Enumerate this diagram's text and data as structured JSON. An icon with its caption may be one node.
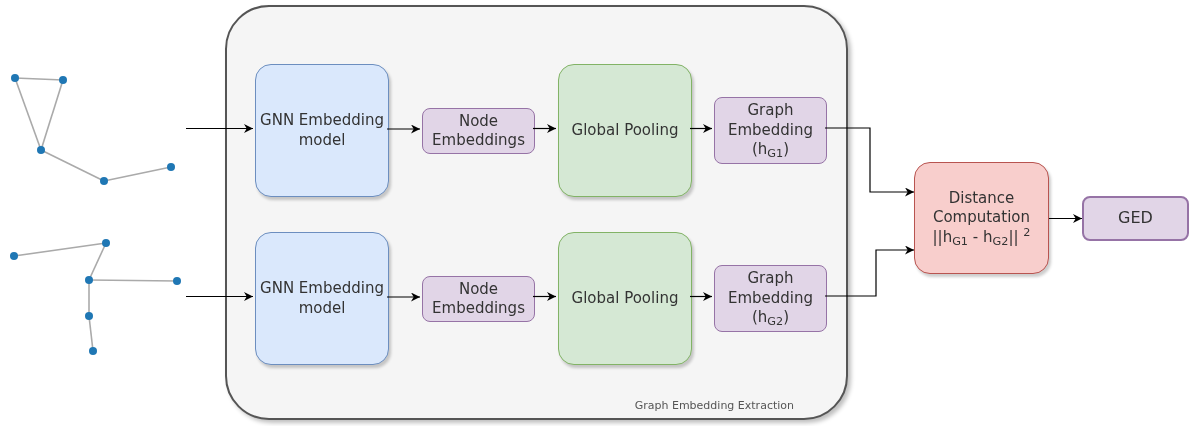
{
  "diagram": {
    "nodes": [
      {
        "text": [
          "Graph Embedding Extraction"
        ]
      },
      {
        "text": [],
        "shape": "picture"
      },
      {
        "text": [],
        "shape": "picture"
      },
      {
        "text": [
          "GNN Embedding model"
        ],
        "in": 0
      },
      {
        "text": [
          "Node Embeddings"
        ],
        "in": 0
      },
      {
        "text": [
          "Global Pooling"
        ],
        "in": 0
      },
      {
        "text": [
          "Graph Embedding (h$_{G1}$)"
        ],
        "in": 0
      },
      {
        "text": [
          "GNN Embedding model"
        ],
        "in": 0
      },
      {
        "text": [
          "Node Embeddings"
        ],
        "in": 0
      },
      {
        "text": [
          "Global Pooling"
        ],
        "in": 0
      },
      {
        "text": [
          "Graph Embedding (h$_{G2}$)"
        ],
        "in": 0
      },
      {
        "text": [
          "Distance Computation",
          "||h$_{G1}$ - h$_{G2}$|| $^{2}$"
        ]
      },
      {
        "text": [
          "GED"
        ]
      }
    ],
    "edges": [
      {
        "from": 1,
        "to": 3,
        "arrow": "to"
      },
      {
        "from": 3,
        "to": 4,
        "arrow": "to"
      },
      {
        "from": 4,
        "to": 5,
        "arrow": "to"
      },
      {
        "from": 5,
        "to": 6,
        "arrow": "to"
      },
      {
        "from": 6,
        "to": 11,
        "arrow": "to"
      },
      {
        "from": 2,
        "to": 7,
        "arrow": "to"
      },
      {
        "from": 7,
        "to": 8,
        "arrow": "to"
      },
      {
        "from": 8,
        "to": 9,
        "arrow": "to"
      },
      {
        "from": 9,
        "to": 10,
        "arrow": "to"
      },
      {
        "from": 10,
        "to": 11,
        "arrow": "to"
      },
      {
        "from": 11,
        "to": 12,
        "arrow": "to"
      }
    ]
  }
}
